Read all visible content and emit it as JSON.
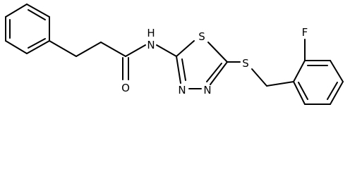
{
  "atoms": {
    "nitrogen_amide": "N",
    "hydrogen_amide": "H",
    "oxygen_carbonyl": "O",
    "sulfur_ring": "S",
    "nitrogen_ring_left": "N",
    "nitrogen_ring_right": "N",
    "sulfur_thioether": "S",
    "fluorine": "F"
  }
}
